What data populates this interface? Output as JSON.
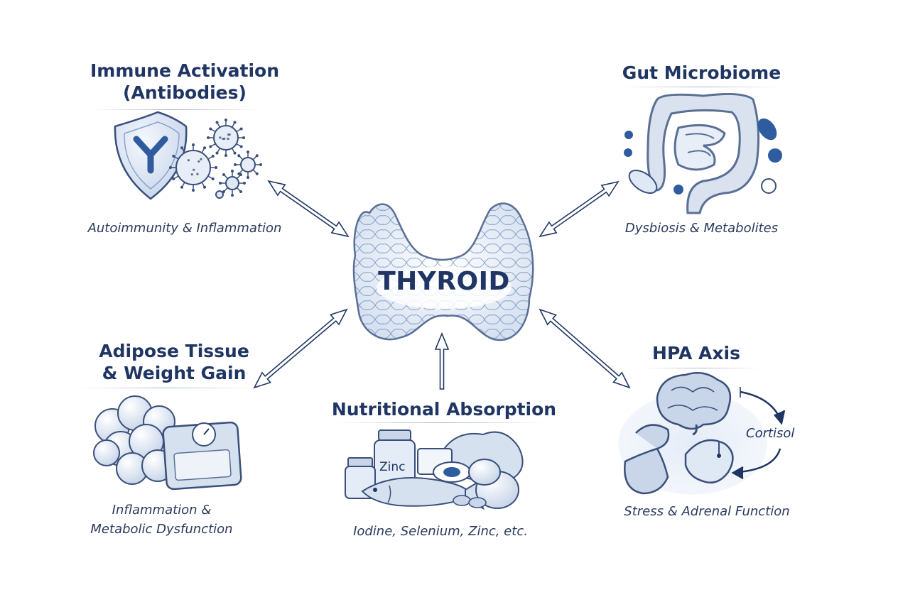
{
  "center": {
    "label": "THYROID"
  },
  "nodes": {
    "immune": {
      "title_line1": "Immune Activation",
      "title_line2": "(Antibodies)",
      "caption": "Autoimmunity & Inflammation"
    },
    "gut": {
      "title": "Gut Microbiome",
      "caption": "Dysbiosis & Metabolites"
    },
    "adipose": {
      "title_line1": "Adipose Tissue",
      "title_line2": "& Weight Gain",
      "caption_line1": "Inflammation &",
      "caption_line2": "Metabolic Dysfunction"
    },
    "nutrition": {
      "title": "Nutritional Absorption",
      "caption": "Iodine, Selenium, Zinc, etc.",
      "jar_label": "Zinc"
    },
    "hpa": {
      "title": "HPA Axis",
      "caption": "Stress & Adrenal Function",
      "hormone_label": "Cortisol"
    }
  },
  "colors": {
    "navy": "#1f3563",
    "steel_blue": "#3f5f9a",
    "light_blue": "#dfe8f5",
    "pale_blue": "#eef3fa",
    "outline": "#3a4f7a"
  },
  "icons": {
    "immune": [
      "shield-icon",
      "antibody-icon",
      "virus-icon"
    ],
    "gut": [
      "intestine-icon",
      "bacteria-icon"
    ],
    "adipose": [
      "fat-cells-icon",
      "scale-icon"
    ],
    "nutrition": [
      "supplement-jar-icon",
      "fish-icon",
      "egg-icon",
      "nuts-icon",
      "leafy-greens-icon"
    ],
    "hpa": [
      "brain-icon",
      "adrenal-gland-icon",
      "feedback-arrow-icon"
    ]
  }
}
